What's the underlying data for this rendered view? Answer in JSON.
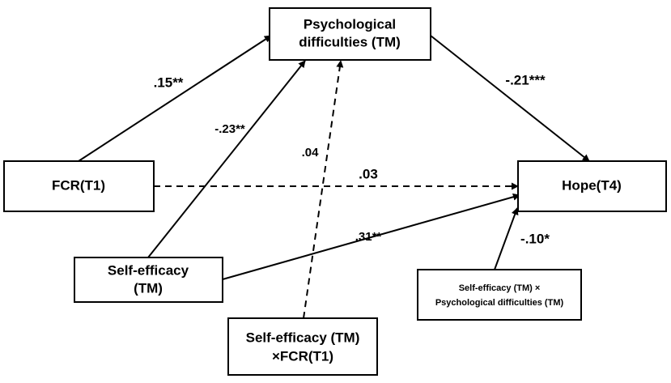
{
  "nodes": {
    "psych": {
      "lines": [
        "Psychological",
        "difficulties (TM)"
      ]
    },
    "fcr": {
      "lines": [
        "FCR(T1)"
      ]
    },
    "hope": {
      "lines": [
        "Hope(T4)"
      ]
    },
    "selfeff": {
      "lines": [
        "Self-efficacy",
        "(TM)"
      ]
    },
    "interaction_fcr": {
      "lines": [
        "Self-efficacy (TM)",
        "×FCR(T1)"
      ]
    },
    "interaction_psych": {
      "lines": [
        "Self-efficacy (TM) ×",
        "Psychological difficulties (TM)"
      ]
    }
  },
  "paths": {
    "fcr_to_psych": ".15**",
    "selfeff_to_psych": "-.23**",
    "interaction_fcr_to_psych": ".04",
    "psych_to_hope": "-.21***",
    "fcr_to_hope": ".03",
    "selfeff_to_hope": ".31**",
    "interaction_psych_to_hope": "-.10*"
  }
}
